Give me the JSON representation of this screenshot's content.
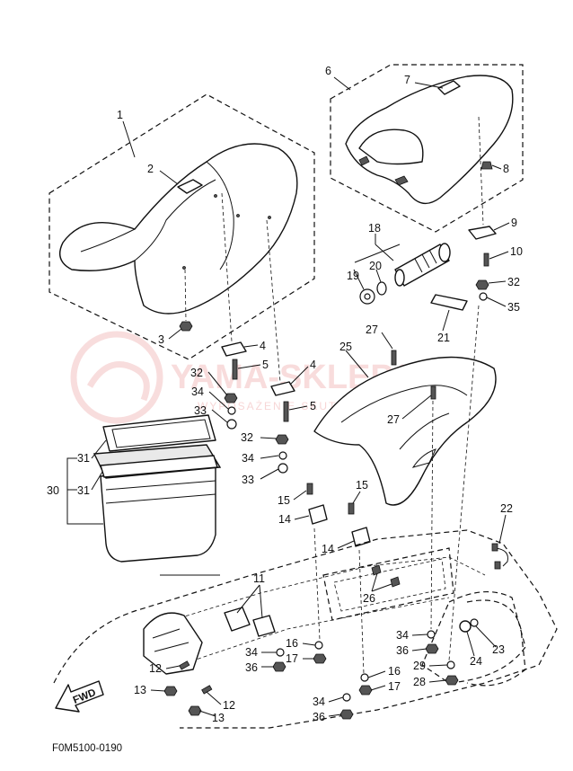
{
  "watermark": {
    "brand": "YAMA-SKLEP.PL",
    "tagline": "WYPOSAŻENIE SKUTERA"
  },
  "diagram_code": "F0M5100-0190",
  "direction_label": "FWD",
  "callouts": {
    "c1": "1",
    "c2": "2",
    "c3": "3",
    "c4a": "4",
    "c4b": "4",
    "c5a": "5",
    "c5b": "5",
    "c6": "6",
    "c7": "7",
    "c8": "8",
    "c9": "9",
    "c10": "10",
    "c11": "11",
    "c12a": "12",
    "c12b": "12",
    "c13a": "13",
    "c13b": "13",
    "c14a": "14",
    "c14b": "14",
    "c15a": "15",
    "c15b": "15",
    "c16a": "16",
    "c16b": "16",
    "c17a": "17",
    "c17b": "17",
    "c18": "18",
    "c19": "19",
    "c20": "20",
    "c21": "21",
    "c22": "22",
    "c23": "23",
    "c24": "24",
    "c25": "25",
    "c26": "26",
    "c27a": "27",
    "c27b": "27",
    "c28": "28",
    "c29": "29",
    "c30": "30",
    "c31a": "31",
    "c31b": "31",
    "c32a": "32",
    "c32b": "32",
    "c32c": "32",
    "c33a": "33",
    "c33b": "33",
    "c34a": "34",
    "c34b": "34",
    "c34c": "34",
    "c34d": "34",
    "c34e": "34",
    "c35": "35",
    "c36a": "36",
    "c36b": "36",
    "c36c": "36"
  }
}
